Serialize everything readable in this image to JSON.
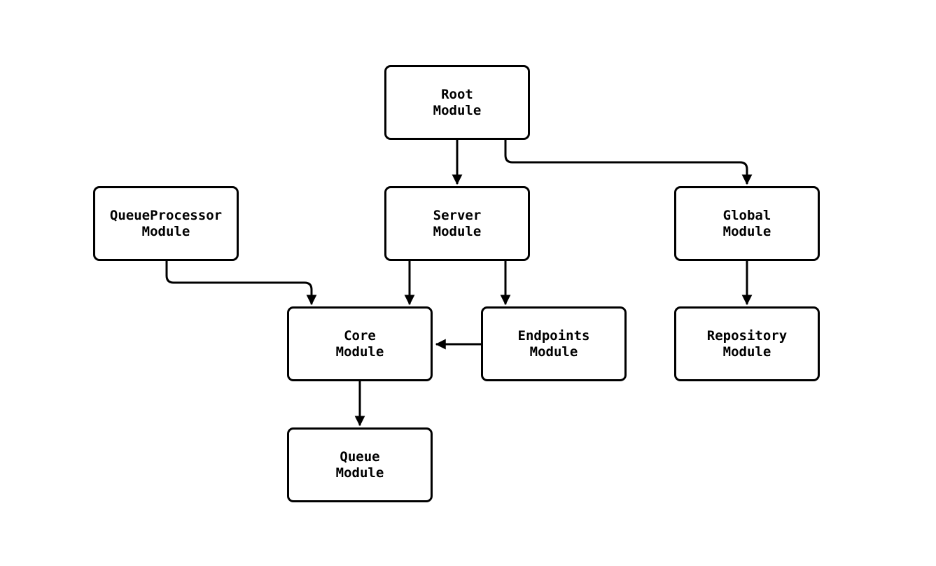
{
  "diagram": {
    "type": "module-dependency-graph",
    "colors": {
      "background": "#ffffff",
      "node_fill": "#ffffff",
      "node_border": "#000000",
      "edge": "#000000",
      "text": "#000000"
    },
    "nodes": {
      "root": {
        "label": "Root\nModule"
      },
      "queueprocessor": {
        "label": "QueueProcessor\nModule"
      },
      "server": {
        "label": "Server\nModule"
      },
      "global": {
        "label": "Global\nModule"
      },
      "core": {
        "label": "Core\nModule"
      },
      "endpoints": {
        "label": "Endpoints\nModule"
      },
      "repository": {
        "label": "Repository\nModule"
      },
      "queue": {
        "label": "Queue\nModule"
      }
    },
    "edges": [
      {
        "from": "Root Module",
        "to": "Server Module"
      },
      {
        "from": "Root Module",
        "to": "Global Module"
      },
      {
        "from": "QueueProcessor Module",
        "to": "Core Module"
      },
      {
        "from": "Server Module",
        "to": "Core Module"
      },
      {
        "from": "Server Module",
        "to": "Endpoints Module"
      },
      {
        "from": "Endpoints Module",
        "to": "Core Module"
      },
      {
        "from": "Global Module",
        "to": "Repository Module"
      },
      {
        "from": "Core Module",
        "to": "Queue Module"
      }
    ]
  }
}
